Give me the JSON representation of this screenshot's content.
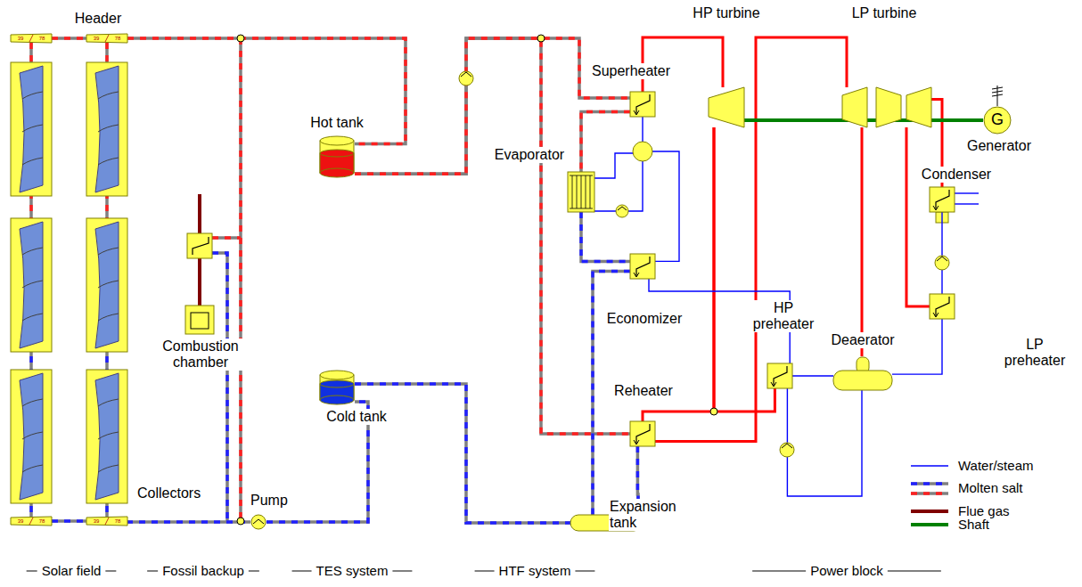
{
  "diagram": {
    "nodes": [
      {
        "text": [
          "39",
          "78"
        ]
      },
      {
        "text": [
          "39",
          "78"
        ]
      },
      {
        "text": [
          "39",
          "78"
        ]
      },
      {
        "text": [
          "39",
          "78"
        ]
      },
      {
        "text": [
          "Combustion chamber"
        ]
      },
      {
        "text": [
          "Hot tank"
        ]
      },
      {
        "text": [
          "Cold tank"
        ]
      },
      {
        "text": [
          "Pump"
        ]
      },
      {
        "text": [
          "Superheater"
        ]
      },
      {
        "text": [
          "Evaporator"
        ]
      },
      {
        "text": [
          "Economizer"
        ]
      },
      {
        "text": [
          "Reheater"
        ]
      },
      {
        "text": [
          "Expansion tank"
        ]
      },
      {
        "text": [
          "HP turbine"
        ]
      },
      {
        "text": [
          "LP turbine"
        ]
      },
      {
        "text": [
          "G",
          "Generator"
        ]
      },
      {
        "text": [
          "Condenser"
        ]
      },
      {
        "text": [
          "LP preheater"
        ]
      },
      {
        "text": [
          "HP preheater"
        ]
      },
      {
        "text": [
          "Deaerator"
        ]
      }
    ],
    "edges": [
      {
        "from": 0,
        "to": 1,
        "arrow": "none"
      },
      {
        "from": 1,
        "to": 5,
        "arrow": "none"
      },
      {
        "from": 2,
        "to": 3,
        "arrow": "none"
      },
      {
        "from": 3,
        "to": 7,
        "arrow": "none"
      },
      {
        "from": 7,
        "to": 6,
        "arrow": "none"
      },
      {
        "from": 6,
        "to": 12,
        "arrow": "none"
      },
      {
        "from": 5,
        "to": 8,
        "arrow": "none"
      },
      {
        "from": 5,
        "to": 11,
        "arrow": "none"
      },
      {
        "from": 8,
        "to": 9,
        "arrow": "none"
      },
      {
        "from": 9,
        "to": 10,
        "arrow": "none"
      },
      {
        "from": 10,
        "to": 12,
        "arrow": "none"
      },
      {
        "from": 11,
        "to": 12,
        "arrow": "none"
      },
      {
        "from": 8,
        "to": 13,
        "arrow": "none"
      },
      {
        "from": 13,
        "to": 11,
        "arrow": "none"
      },
      {
        "from": 13,
        "to": 18,
        "arrow": "none"
      },
      {
        "from": 11,
        "to": 14,
        "arrow": "none"
      },
      {
        "from": 14,
        "to": 19,
        "arrow": "none"
      },
      {
        "from": 14,
        "to": 16,
        "arrow": "none"
      },
      {
        "from": 14,
        "to": 17,
        "arrow": "none"
      },
      {
        "from": 16,
        "to": 17,
        "arrow": "none"
      },
      {
        "from": 17,
        "to": 19,
        "arrow": "none"
      },
      {
        "from": 19,
        "to": 18,
        "arrow": "none"
      },
      {
        "from": 18,
        "to": 19,
        "arrow": "none"
      },
      {
        "from": 18,
        "to": 10,
        "arrow": "none"
      },
      {
        "from": 10,
        "to": 8,
        "arrow": "none"
      },
      {
        "from": 13,
        "to": 14,
        "arrow": "none"
      },
      {
        "from": 14,
        "to": 15,
        "arrow": "none"
      }
    ],
    "labels": [
      "Header",
      "Collectors",
      "Solar field",
      "Fossil backup",
      "TES system",
      "HTF system",
      "Power block"
    ],
    "legend": [
      {
        "text": "Water/steam"
      },
      {
        "text": "Molten salt"
      },
      {
        "text": "Flue gas"
      },
      {
        "text": "Shaft"
      }
    ]
  }
}
